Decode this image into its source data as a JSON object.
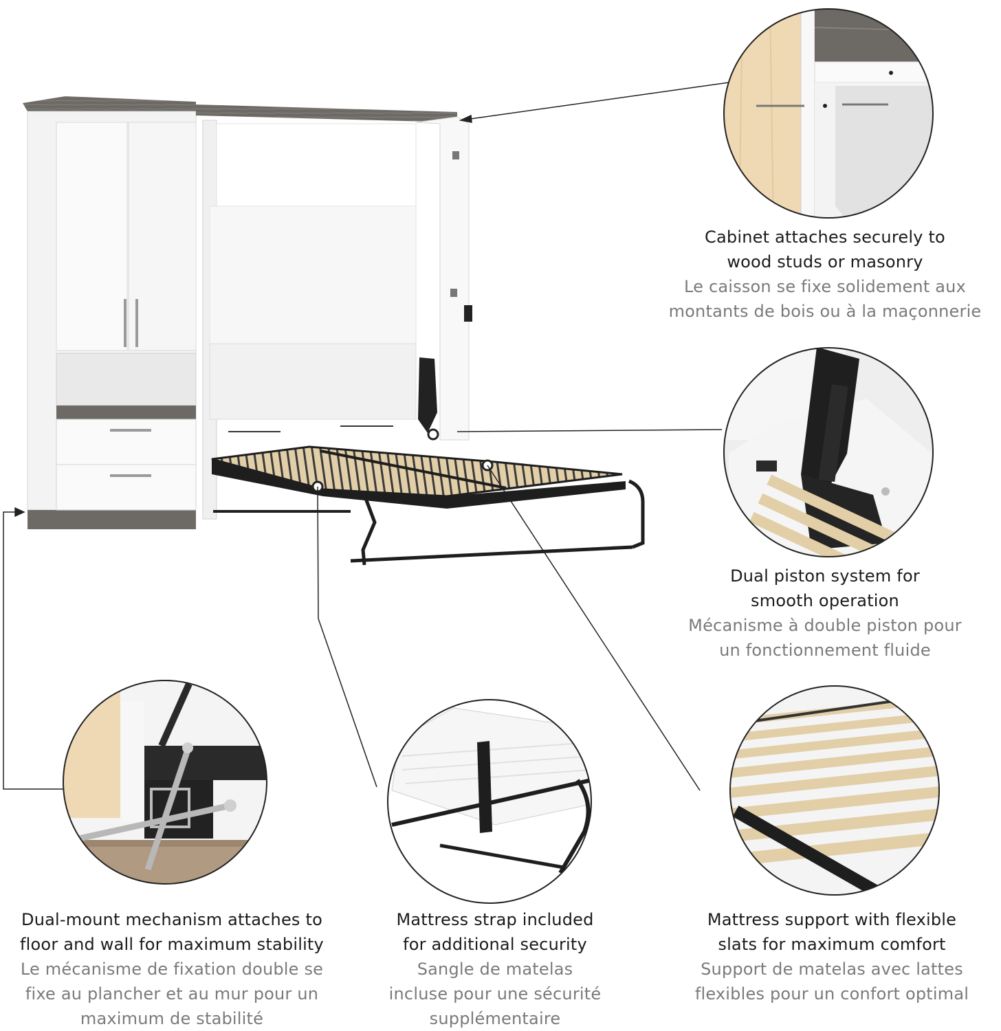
{
  "features": [
    {
      "id": "cabinet",
      "en": [
        "Cabinet attaches securely to",
        "wood studs or masonry"
      ],
      "fr": [
        "Le caisson se fixe solidement aux",
        "montants de bois ou à la maçonnerie"
      ]
    },
    {
      "id": "piston",
      "en": [
        "Dual piston system for",
        "smooth operation"
      ],
      "fr": [
        "Mécanisme à double piston pour",
        "un fonctionnement fluide"
      ]
    },
    {
      "id": "mount",
      "en": [
        "Dual-mount mechanism attaches to",
        "floor and wall for maximum stability"
      ],
      "fr": [
        "Le mécanisme de fixation double se",
        "fixe au plancher et au mur pour un",
        "maximum de stabilité"
      ]
    },
    {
      "id": "strap",
      "en": [
        "Mattress strap included",
        "for additional security"
      ],
      "fr": [
        "Sangle de matelas",
        "incluse pour une sécurité",
        "supplémentaire"
      ]
    },
    {
      "id": "slats",
      "en": [
        "Mattress support with flexible",
        "slats for maximum comfort"
      ],
      "fr": [
        "Support de matelas avec lattes",
        "flexibles pour un confort optimal"
      ]
    }
  ],
  "colors": {
    "cabinet_white": "#f4f4f4",
    "wood_grey": "#6d6a66",
    "frame_black": "#1e1e1e",
    "slat_wood": "#e2cfa8",
    "stud_wood": "#efd9b4",
    "caption_en": "#1a1a1a",
    "caption_fr": "#7a7a7a"
  }
}
